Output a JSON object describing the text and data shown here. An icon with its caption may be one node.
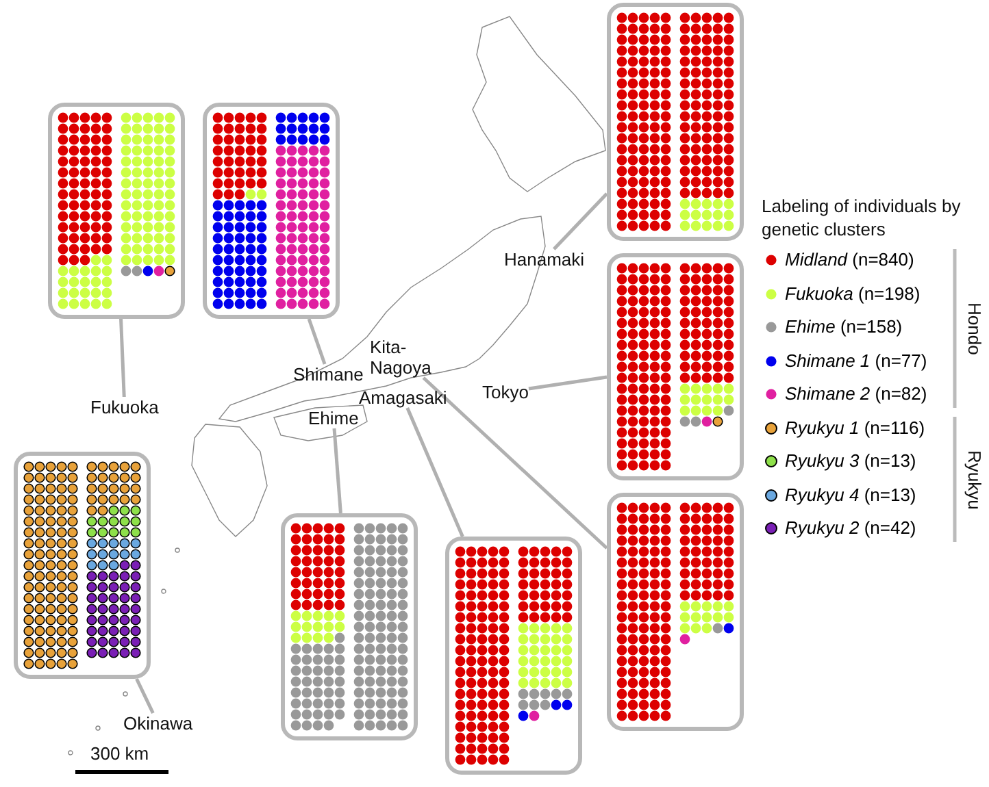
{
  "diagram": {
    "nodes": [
      {
        "text": [],
        "shape": "box"
      },
      {
        "text": [],
        "shape": "box"
      },
      {
        "text": [],
        "shape": "box"
      },
      {
        "text": [
          "Hanamaki"
        ]
      },
      {
        "text": [],
        "shape": "box"
      },
      {
        "text": [
          "Shimane"
        ]
      },
      {
        "text": [
          "Kita-Nagoya"
        ]
      },
      {
        "text": [
          "Tokyo"
        ]
      },
      {
        "text": [
          "Fukuoka"
        ]
      },
      {
        "text": [
          "Ehime"
        ]
      },
      {
        "text": [
          "Amagasaki"
        ]
      },
      {
        "text": [],
        "shape": "box"
      },
      {
        "text": [],
        "shape": "box"
      },
      {
        "text": [],
        "shape": "box"
      },
      {
        "text": [],
        "shape": "box"
      },
      {
        "text": [
          "Okinawa"
        ]
      }
    ],
    "edges": [
      {
        "from": 3,
        "to": 2,
        "arrow": "none"
      },
      {
        "from": 5,
        "to": 1,
        "arrow": "none"
      },
      {
        "from": 6,
        "to": 13,
        "arrow": "none"
      },
      {
        "from": 7,
        "to": 4,
        "arrow": "none"
      },
      {
        "from": 8,
        "to": 0,
        "arrow": "none"
      },
      {
        "from": 9,
        "to": 12,
        "arrow": "none"
      },
      {
        "from": 10,
        "to": 14,
        "arrow": "none"
      },
      {
        "from": 15,
        "to": 11,
        "arrow": "none"
      }
    ],
    "labels": [
      "Labeling of individuals by genetic clusters",
      "Hondo",
      "Ryukyu",
      "300 km"
    ],
    "legend": [
      {
        "text": "*Midland* (n=840)",
        "color": "#dd0000"
      },
      {
        "text": "*Fukuoka* (n=198)",
        "color": "#ccff44"
      },
      {
        "text": "*Ehime* (n=158)",
        "color": "#999999"
      },
      {
        "text": "*Shimane 1* (n=77)",
        "color": "#0000ee"
      },
      {
        "text": "*Shimane 2* (n=82)",
        "color": "#e020a0"
      },
      {
        "text": "*Ryukyu 1* (n=116)",
        "color": "#e8a23a"
      },
      {
        "text": "*Ryukyu 3* (n=13)",
        "color": "#8ee04a"
      },
      {
        "text": "*Ryukyu 4* (n=13)",
        "color": "#6aa8e0"
      },
      {
        "text": "*Ryukyu 2* (n=42)",
        "color": "#7a1fb5"
      }
    ]
  }
}
